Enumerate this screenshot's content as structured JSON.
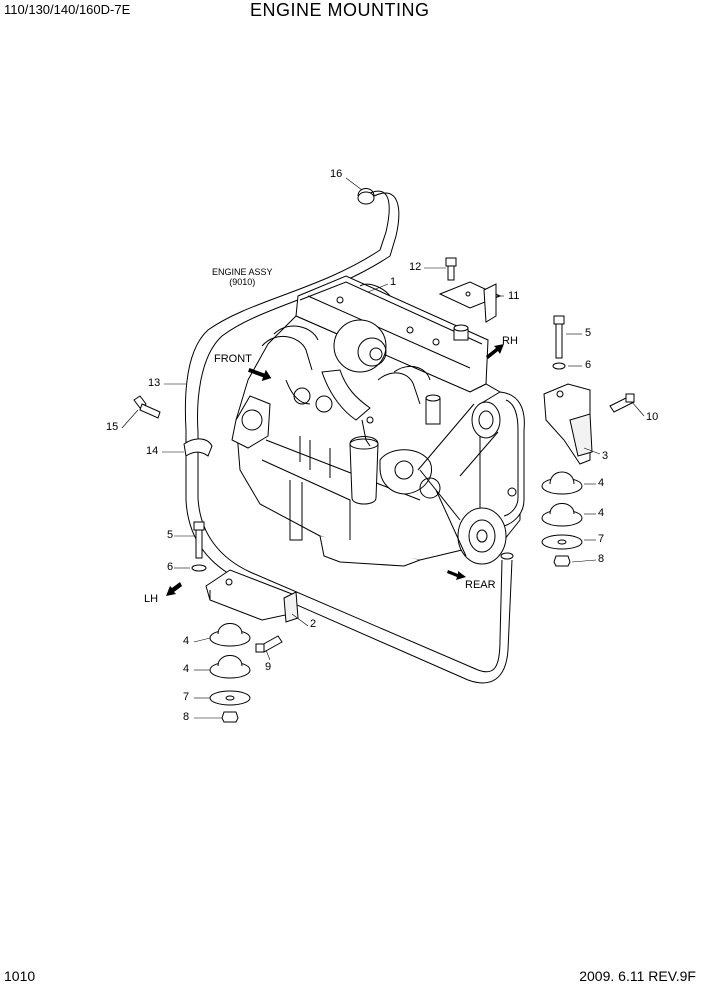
{
  "header": {
    "model": "110/130/140/160D-7E",
    "title": "ENGINE MOUNTING"
  },
  "footer": {
    "page_number": "1010",
    "date_revision": "2009. 6.11  REV.9F"
  },
  "notes": {
    "engine_assy_line1": "ENGINE ASSY",
    "engine_assy_line2": "(9010)"
  },
  "directions": {
    "front": "FRONT",
    "rear": "REAR",
    "rh": "RH",
    "lh": "LH"
  },
  "callouts": [
    "1",
    "2",
    "3",
    "4",
    "4",
    "4",
    "4",
    "5",
    "5",
    "6",
    "6",
    "7",
    "7",
    "8",
    "8",
    "9",
    "10",
    "11",
    "12",
    "13",
    "14",
    "15",
    "16"
  ]
}
